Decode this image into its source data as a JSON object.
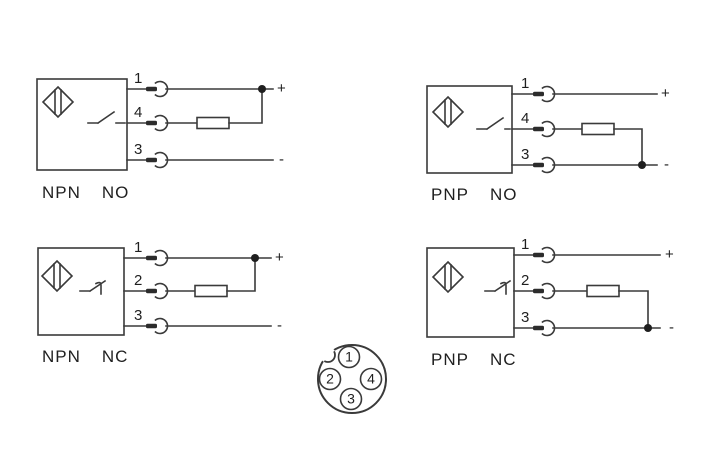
{
  "page": {
    "background": "#ffffff"
  },
  "colors": {
    "line": "#3a3a3a",
    "text": "#1f1f1f"
  },
  "diagrams": [
    {
      "type_label": "NPN",
      "contact_label": "NO",
      "pins": [
        "1",
        "4",
        "3"
      ],
      "plus": "+",
      "minus": "-"
    },
    {
      "type_label": "PNP",
      "contact_label": "NO",
      "pins": [
        "1",
        "4",
        "3"
      ],
      "plus": "+",
      "minus": "-"
    },
    {
      "type_label": "NPN",
      "contact_label": "NC",
      "pins": [
        "1",
        "2",
        "3"
      ],
      "plus": "+",
      "minus": "-"
    },
    {
      "type_label": "PNP",
      "contact_label": "NC",
      "pins": [
        "1",
        "2",
        "3"
      ],
      "plus": "+",
      "minus": "-"
    }
  ],
  "connector_pinout": {
    "pin_top": "1",
    "pin_left": "2",
    "pin_right": "4",
    "pin_bottom": "3"
  }
}
